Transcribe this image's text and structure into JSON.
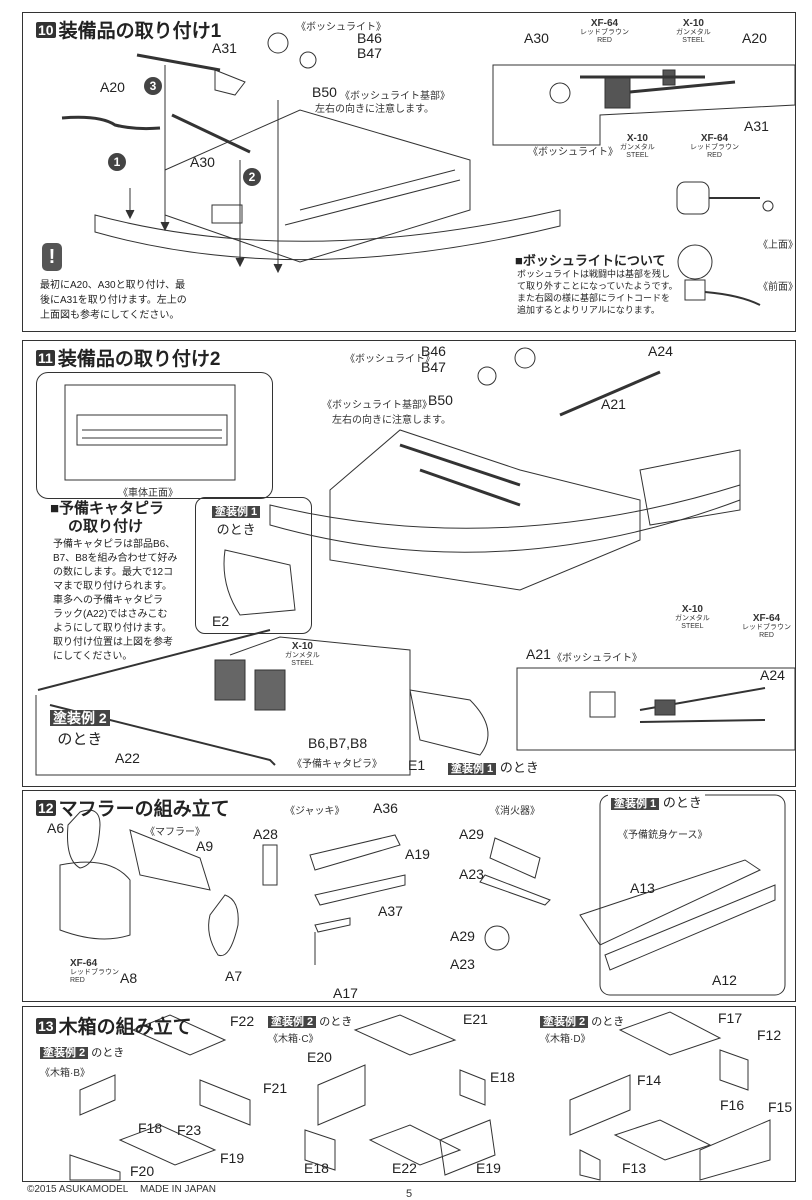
{
  "step10": {
    "number": "10",
    "title": "装備品の取り付け1",
    "parts": {
      "a31": "A31",
      "a20": "A20",
      "a30": "A30",
      "b46": "B46",
      "b47": "B47",
      "b50": "B50"
    },
    "bosch_light": "《ボッシュライト》",
    "bosch_base": "《ボッシュライト基部》",
    "orientation_note": "左右の向きに注意します。",
    "order": [
      "1",
      "2",
      "3"
    ],
    "warning_lines": [
      "最初にA20、A30と取り付け、最",
      "後にA31を取り付けます。左上の",
      "上面図も参考にしてください。"
    ],
    "top_view": {
      "a30": "A30",
      "a20": "A20",
      "a31": "A31",
      "bosch_light": "《ボッシュライト》",
      "paints": [
        {
          "code": "XF-64",
          "jp": "レッドブラウン",
          "en": "RED"
        },
        {
          "code": "X-10",
          "jp": "ガンメタル",
          "en": "STEEL"
        },
        {
          "code": "X-10",
          "jp": "ガンメタル",
          "en": "STEEL"
        },
        {
          "code": "XF-64",
          "jp": "レッドブラウン",
          "en": "RED"
        }
      ]
    },
    "top_label": "《上面》",
    "front_label": "《前面》",
    "about_title": "■ボッシュライトについて",
    "about_lines": [
      "ボッシュライトは戦闘中は基部を残し",
      "て取り外すことになっていたようです。",
      "また右図の様に基部にライトコードを",
      "追加するとよりリアルになります。"
    ]
  },
  "step11": {
    "number": "11",
    "title": "装備品の取り付け2",
    "front_view": "《車体正面》",
    "track_title_1": "■予備キャタピラ",
    "track_title_2": "の取り付け",
    "track_lines": [
      "予備キャタピラは部品B6、",
      "B7、B8を組み合わせて好み",
      "の数にします。最大で12コ",
      "マまで取り付けられます。",
      "車多への予備キャタピラ",
      "ラック(A22)ではさみこむ",
      "ようにして取り付けます。",
      "取り付け位置は上図を参考",
      "にしてください。"
    ],
    "scheme1_badge": "塗装例 1",
    "scheme2_badge": "塗装例 2",
    "when": "のとき",
    "parts": {
      "e2": "E2",
      "e1": "E1",
      "a22": "A22",
      "b678": "B6,B7,B8",
      "b46": "B46",
      "b47": "B47",
      "b50": "B50",
      "a24": "A24",
      "a21": "A21",
      "a21b": "A21",
      "a24b": "A24"
    },
    "spare_track": "《予備キャタピラ》",
    "bosch_light": "《ボッシュライト》",
    "bosch_base": "《ボッシュライト基部》",
    "orientation_note": "左右の向きに注意します。",
    "bosch_light_2": "《ボッシュライト》",
    "paints": [
      {
        "code": "X-10",
        "jp": "ガンメタル",
        "en": "STEEL"
      },
      {
        "code": "X-10",
        "jp": "ガンメタル",
        "en": "STEEL"
      },
      {
        "code": "XF-64",
        "jp": "レッドブラウン",
        "en": "RED"
      }
    ]
  },
  "step12": {
    "number": "12",
    "title": "マフラーの組み立て",
    "muffler": "《マフラー》",
    "jack": "《ジャッキ》",
    "extinguisher": "《消火器》",
    "barrel_case": "《予備銃身ケース》",
    "scheme1_badge": "塗装例 1",
    "when": "のとき",
    "parts": {
      "a6": "A6",
      "a9": "A9",
      "a8": "A8",
      "a7": "A7",
      "a28": "A28",
      "a36": "A36",
      "a19": "A19",
      "a37": "A37",
      "a17": "A17",
      "a29": "A29",
      "a23": "A23",
      "a29b": "A29",
      "a23b": "A23",
      "a13": "A13",
      "a12": "A12"
    },
    "paint": {
      "code": "XF-64",
      "jp": "レッドブラウン",
      "en": "RED"
    }
  },
  "step13": {
    "number": "13",
    "title": "木箱の組み立て",
    "scheme2_badge": "塗装例 2",
    "when": "のとき",
    "box_b": "《木箱·B》",
    "box_c": "《木箱·C》",
    "box_d": "《木箱·D》",
    "parts": {
      "f22": "F22",
      "f21": "F21",
      "f18": "F18",
      "f23": "F23",
      "f19": "F19",
      "f20": "F20",
      "e21": "E21",
      "e20": "E20",
      "e18": "E18",
      "e18b": "E18",
      "e22": "E22",
      "e19": "E19",
      "f17": "F17",
      "f12": "F12",
      "f14": "F14",
      "f16": "F16",
      "f15": "F15",
      "f13": "F13"
    }
  },
  "footer": {
    "copyright": "©2015 ASUKAMODEL",
    "made_in": "MADE IN JAPAN",
    "page": "5"
  }
}
